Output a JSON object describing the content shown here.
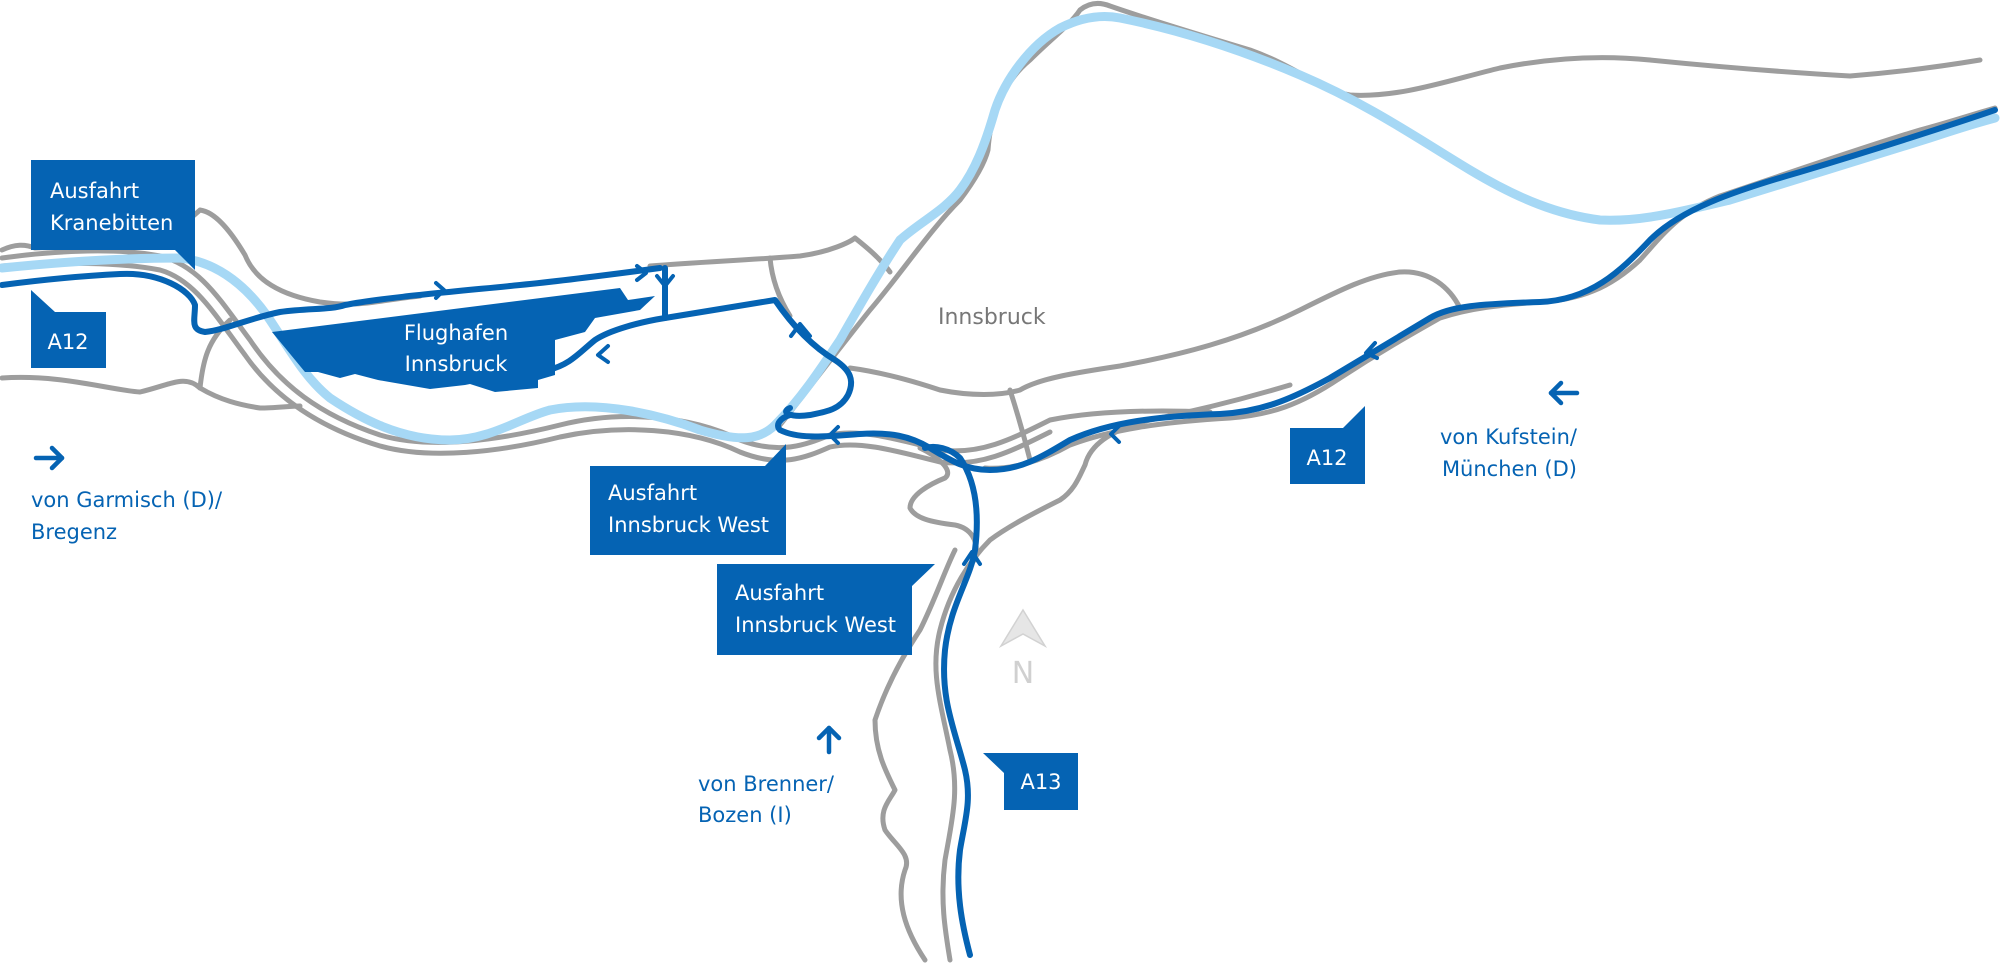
{
  "colors": {
    "route": "#0563b3",
    "road": "#9d9d9d",
    "river": "#a6d8f5",
    "label_box": "#0563b3",
    "city_text": "#777777"
  },
  "city_label": "Innsbruck",
  "airport": {
    "line1": "Flughafen",
    "line2": "Innsbruck"
  },
  "exits": {
    "kranebitten": {
      "line1": "Ausfahrt",
      "line2": "Kranebitten"
    },
    "innsbruck_west_a12": {
      "line1": "Ausfahrt",
      "line2": "Innsbruck West"
    },
    "innsbruck_west_a13": {
      "line1": "Ausfahrt",
      "line2": "Innsbruck West"
    }
  },
  "motorways": {
    "a12_west": "A12",
    "a12_east": "A12",
    "a13": "A13"
  },
  "origins": {
    "garmisch": {
      "line1": "von Garmisch (D)/",
      "line2": "Bregenz",
      "arrow": "arrow-right-icon"
    },
    "kufstein": {
      "line1": "von Kufstein/",
      "line2": "München (D)",
      "arrow": "arrow-left-icon"
    },
    "brenner": {
      "line1": "von Brenner/",
      "line2": "Bozen (I)",
      "arrow": "arrow-up-icon"
    }
  },
  "compass": {
    "letter": "N",
    "icon": "north-arrow-icon"
  }
}
